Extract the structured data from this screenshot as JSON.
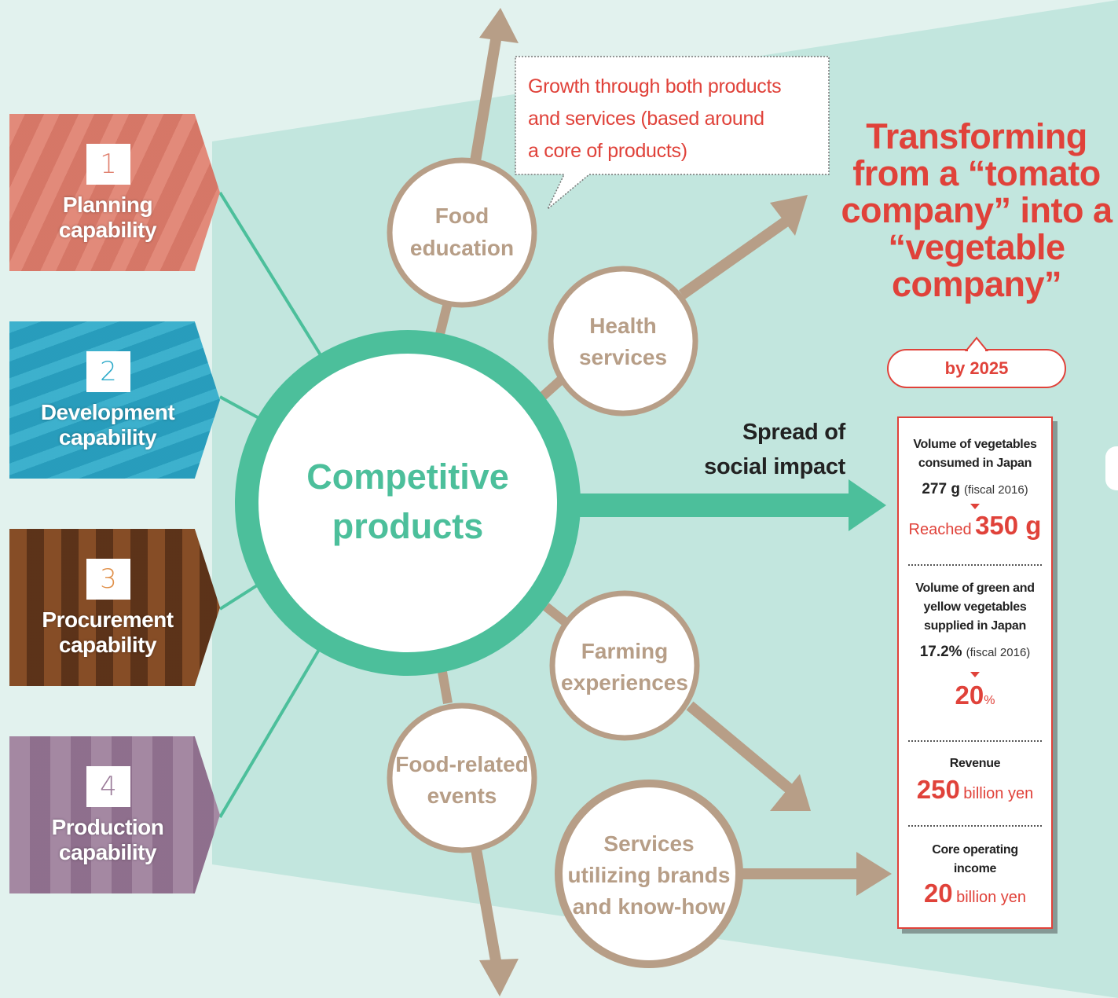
{
  "capabilities": [
    {
      "number": "1",
      "label_line1": "Planning",
      "label_line2": "capability"
    },
    {
      "number": "2",
      "label_line1": "Development",
      "label_line2": "capability"
    },
    {
      "number": "3",
      "label_line1": "Procurement",
      "label_line2": "capability"
    },
    {
      "number": "4",
      "label_line1": "Production",
      "label_line2": "capability"
    }
  ],
  "center": {
    "line1": "Competitive",
    "line2": "products"
  },
  "services": [
    {
      "line1": "Food",
      "line2": "education"
    },
    {
      "line1": "Health",
      "line2": "services"
    },
    {
      "line1": "Farming",
      "line2": "experiences"
    },
    {
      "line1": "Food-related",
      "line2": "events"
    },
    {
      "line1": "Services",
      "line2": "utilizing brands",
      "line3": "and know-how"
    }
  ],
  "callout": {
    "line1": "Growth through both products",
    "line2": "and services (based around",
    "line3": "a core of products)"
  },
  "headline": {
    "line1": "Transforming",
    "line2": "from a “tomato",
    "line3": "company” into a",
    "line4": "“vegetable",
    "line5": "company”"
  },
  "target_year": "by 2025",
  "spread": {
    "line1": "Spread of",
    "line2": "social impact"
  },
  "kpis": {
    "vegetables": {
      "label_line1": "Volume of vegetables",
      "label_line2": "consumed in Japan",
      "current_value": "277 g",
      "current_note": "(fiscal 2016)",
      "target_prefix": "Reached",
      "target_value": "350 g"
    },
    "green_yellow": {
      "label_line1": "Volume of green and",
      "label_line2": "yellow vegetables",
      "label_line3": "supplied in Japan",
      "current_value": "17.2%",
      "current_note": "(fiscal 2016)",
      "target_value": "20",
      "target_unit": "%"
    },
    "revenue": {
      "label": "Revenue",
      "target_value": "250",
      "target_unit": "billion yen"
    },
    "core_income": {
      "label_line1": "Core operating",
      "label_line2": "income",
      "target_value": "20",
      "target_unit": "billion yen"
    }
  },
  "colors": {
    "background": "#e2f2ee",
    "fan": "#c2e6de",
    "teal": "#4cbf9b",
    "brown": "#b79e87",
    "red": "#e0423a",
    "planning": "#e0806f",
    "development": "#2daac9",
    "procurement": "#6e3d1e",
    "production": "#9a7a98"
  }
}
